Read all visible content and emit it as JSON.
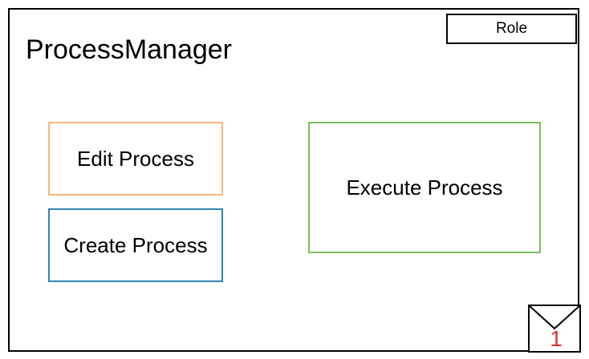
{
  "app": {
    "title": "ProcessManager"
  },
  "header": {
    "role_label": "Role"
  },
  "actions": {
    "edit_label": "Edit Process",
    "create_label": "Create Process",
    "execute_label": "Execute Process"
  },
  "notifications": {
    "count": "1",
    "icon": "mail-icon"
  },
  "colors": {
    "edit_border": "#f4b77a",
    "create_border": "#2f86b9",
    "execute_border": "#78bf58",
    "badge_text": "#d9362b"
  }
}
